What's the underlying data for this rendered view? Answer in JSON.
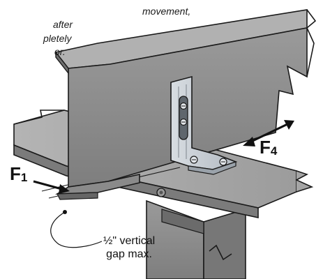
{
  "note_lines": [
    "movement,",
    "after",
    "pletely",
    "or."
  ],
  "forces": {
    "f1": {
      "letter": "F",
      "subscript": "1"
    },
    "f4": {
      "letter": "F",
      "subscript": "4"
    }
  },
  "callout": {
    "line1": "½\" vertical",
    "line2": "gap max."
  },
  "colors": {
    "steel_top": "#a7a7a7",
    "steel_face": "#8d8d8d",
    "steel_dark": "#6e6e6e",
    "clip": "#c7cdd4",
    "outline": "#1a1a1a"
  }
}
